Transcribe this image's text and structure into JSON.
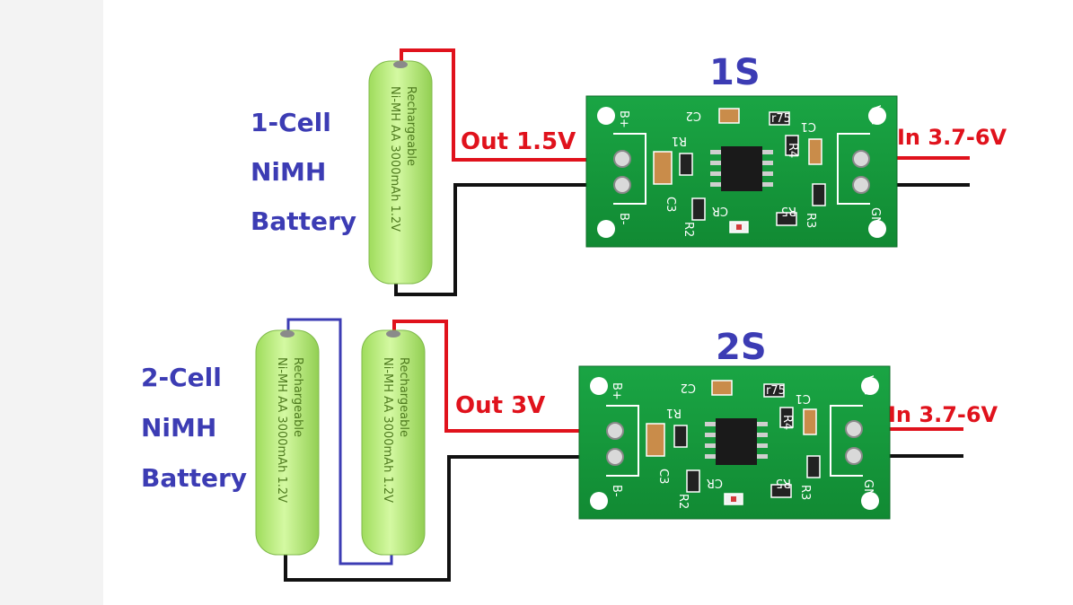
{
  "modules": [
    {
      "id": "1s",
      "heading": "1S",
      "battery_label": [
        "1-Cell",
        "NiMH",
        "Battery"
      ],
      "out_label": "Out 1.5V",
      "in_label": "In 3.7-6V"
    },
    {
      "id": "2s",
      "heading": "2S",
      "battery_label": [
        "2-Cell",
        "NiMH",
        "Battery"
      ],
      "out_label": "Out 3V",
      "in_label": "In 3.7-6V"
    }
  ],
  "battery_print": {
    "line1": "Ni-MH AA 3000mAh 1.2V",
    "line2": "Rechargeable"
  },
  "pcb_silk": {
    "bplus": "B+",
    "bminus": "B-",
    "vin": "VIN",
    "gnd": "GND",
    "c1": "C1",
    "c2": "C2",
    "c3": "C3",
    "r1": "R1",
    "r2": "R2",
    "r3": "R3",
    "r4": "R4",
    "r5": "R5",
    "cr": "CR",
    "r75": "r75"
  },
  "colors": {
    "wire_positive": "#e0121c",
    "wire_negative": "#111111",
    "wire_series": "#3c3cb4",
    "pcb_green": "#15953a",
    "battery_green": "#b8ec7e",
    "label_blue": "#3c3cb4"
  }
}
